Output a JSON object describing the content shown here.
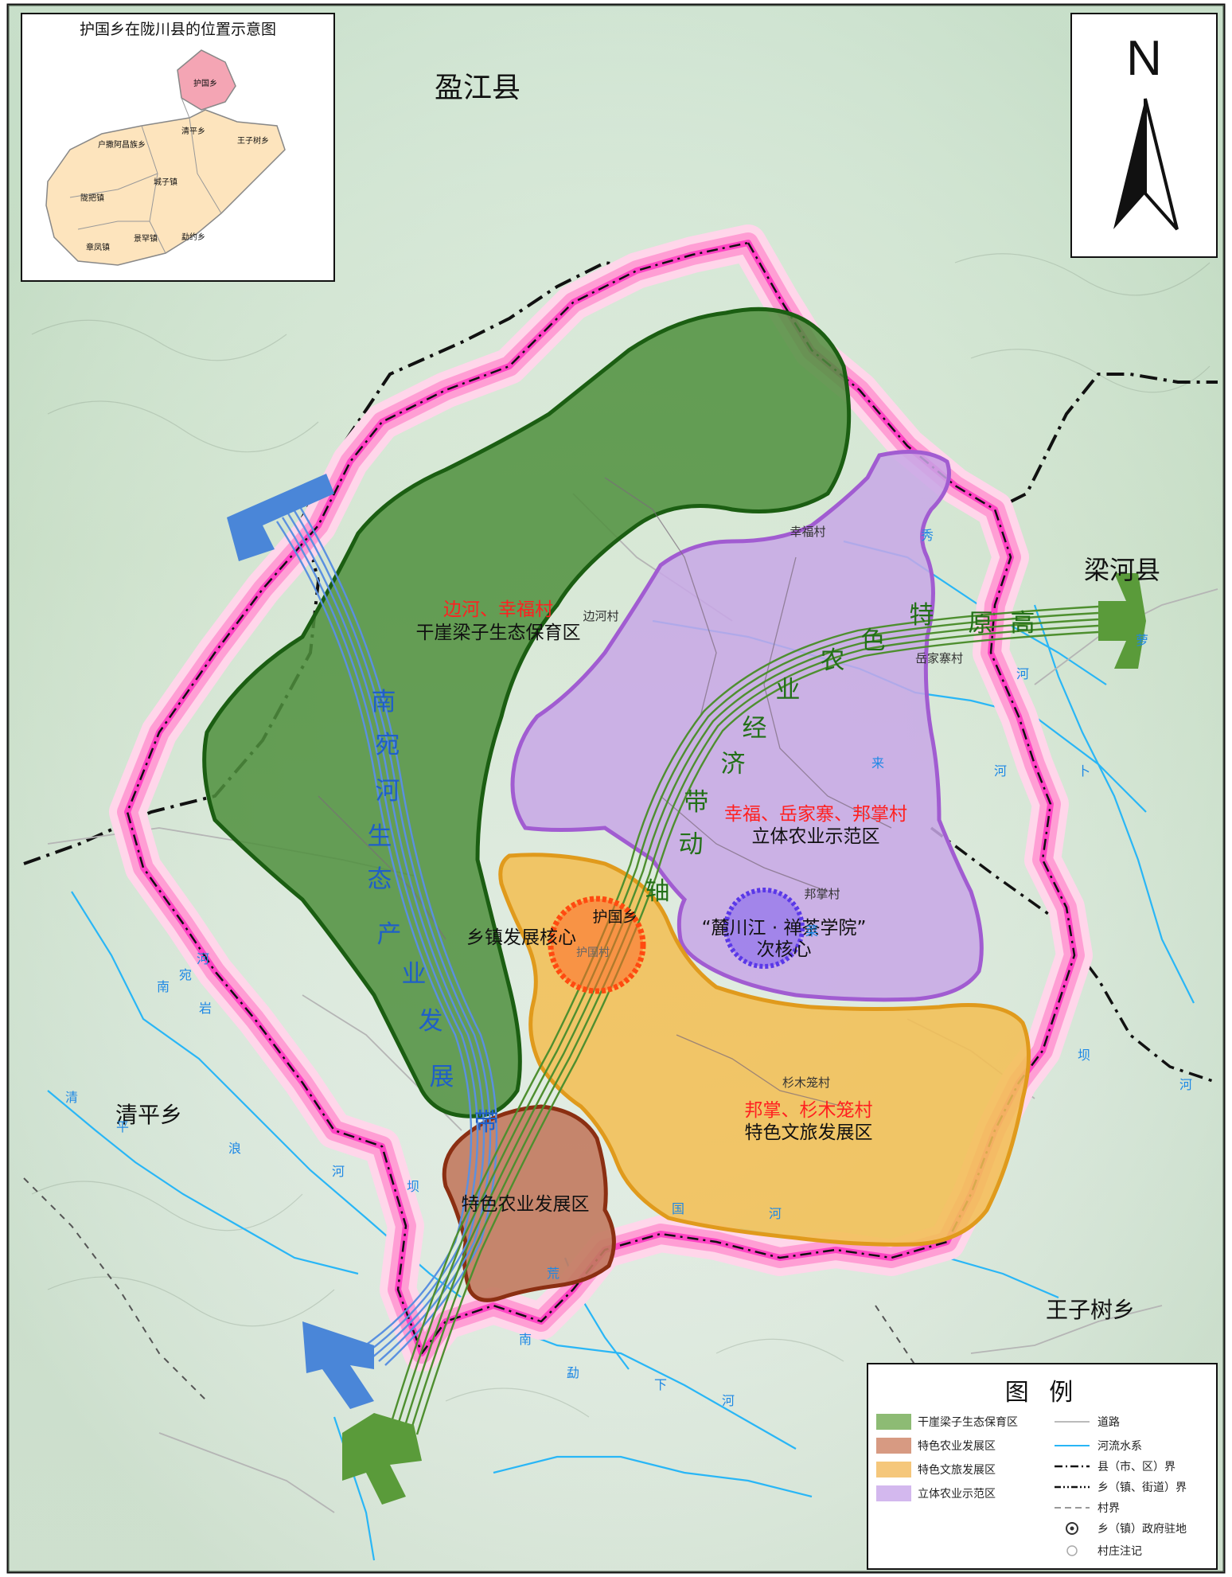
{
  "neighbors": {
    "north": "盈江县",
    "east": "梁河县",
    "west": "清平乡",
    "southeast": "王子树乡"
  },
  "inset": {
    "title": "护国乡在陇川县的位置示意图",
    "highlight": "护国乡",
    "towns": [
      "清平乡",
      "王子树乡",
      "户撒阿昌族乡",
      "城子镇",
      "陇把镇",
      "章凤镇",
      "景罕镇",
      "勐约乡"
    ]
  },
  "north_arrow": {
    "label": "N"
  },
  "zones": {
    "ecological": {
      "villages": "边河、幸福村",
      "name": "干崖梁子生态保育区",
      "color": "#4d8d3a"
    },
    "agri_demo": {
      "villages": "幸福、岳家寨、邦掌村",
      "name": "立体农业示范区",
      "color": "#b99ad8"
    },
    "culture_tourism": {
      "villages": "邦掌、杉木笼村",
      "name": "特色文旅发展区",
      "color": "#f2bf55"
    },
    "special_agri": {
      "name": "特色农业发展区",
      "color": "#c27a5f"
    }
  },
  "cores": {
    "main": {
      "label": "乡镇发展核心",
      "color": "#ff5a1e"
    },
    "sub": {
      "label_line1": "“麓川江 · 禅茶学院”",
      "label_line2": "次核心",
      "color": "#6b4de6"
    }
  },
  "axes": {
    "nanwan": {
      "label": "南宛河生态产业发展带",
      "color": "#4a86d8"
    },
    "plateau": {
      "label": "高原特色农业经济带动轴",
      "color": "#5a9b3a"
    }
  },
  "villages": {
    "xingfu": "幸福村",
    "bianhe": "边河村",
    "yuejiazhai": "岳家寨村",
    "bangzhang": "邦掌村",
    "shamulong": "杉木笼村",
    "huguo_village": "护国村",
    "huguo_town": "护国乡"
  },
  "rivers": {
    "nanwan_west": [
      "南",
      "宛",
      "河"
    ],
    "luo_river": [
      "萝",
      "河"
    ],
    "la_river": [
      "来",
      "河",
      "卜"
    ],
    "ba_river": [
      "坝",
      "河"
    ],
    "yan_lang": [
      "岩",
      "浪",
      "河"
    ],
    "qing_yu": [
      "清",
      "平",
      "坝"
    ],
    "nan_meng": [
      "南",
      "勐",
      "下",
      "河"
    ],
    "guo": [
      "国",
      "河"
    ],
    "ye": [
      "荒"
    ],
    "xiu": [
      "秀"
    ],
    "lai_small": [
      "菜"
    ]
  },
  "legend": {
    "title": "图 例",
    "items": [
      {
        "label": "干崖梁子生态保育区",
        "color": "#8dbb74"
      },
      {
        "label": "特色农业发展区",
        "color": "#d79a82"
      },
      {
        "label": "特色文旅发展区",
        "color": "#f5c77b"
      },
      {
        "label": "立体农业示范区",
        "color": "#d3b8ee"
      }
    ],
    "lines": [
      {
        "label": "道路",
        "color": "#bbbbbb"
      },
      {
        "label": "河流水系",
        "color": "#29b6f6"
      },
      {
        "label": "县（市、区）界",
        "color": "#111111"
      },
      {
        "label": "乡（镇、街道）界",
        "color": "#111111"
      },
      {
        "label": "村界",
        "color": "#999999"
      },
      {
        "label": "乡（镇）政府驻地",
        "color": "#333333"
      },
      {
        "label": "村庄注记",
        "color": "#888888"
      }
    ]
  }
}
